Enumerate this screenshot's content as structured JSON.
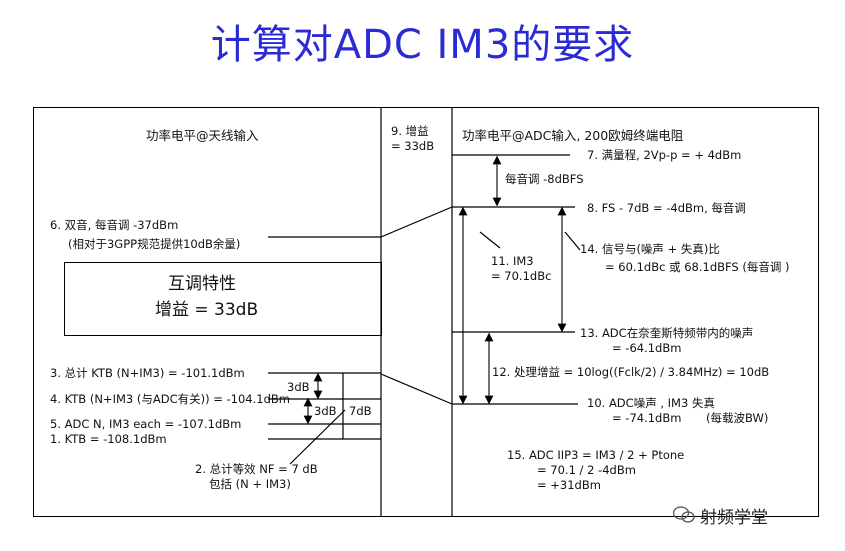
{
  "title": "计算对ADC IM3的要求",
  "left_header": "功率电平@天线输入",
  "right_header": "功率电平@ADC输入, 200欧姆终端电阻",
  "gain_col": {
    "l1": "9. 增益",
    "l2": "= 33dB"
  },
  "box": {
    "l1": "互调特性",
    "l2": "增益   = 33dB"
  },
  "left": {
    "i6a": "6.       双音, 每音调  -37dBm",
    "i6b": "(相对于3GPP规范提供10dB余量)",
    "i3": "3. 总计 KTB  (N+IM3)  = -101.1dBm",
    "i4": "4. KTB (N+IM3 (与ADC有关)) = -104.1dBm",
    "i5": "5. ADC N, IM3 each = -107.1dBm",
    "i1": "1. KTB = -108.1dBm",
    "d3a": "3dB",
    "d3b": "3dB",
    "d7": "7dB",
    "i2a": "2. 总计等效 NF = 7 dB",
    "i2b": "包括  (N + IM3)"
  },
  "right": {
    "i7": "7. 满量程,        2Vp-p = + 4dBm",
    "per_tone": "每音调     -8dBFS",
    "i8": "8. FS - 7dB = -4dBm, 每音调",
    "i11a": "11. IM3",
    "i11b": "= 70.1dBc",
    "i14a": "14.       信号与(噪声 + 失真)比",
    "i14b": "= 60.1dBc 或 68.1dBFS (每音调    )",
    "i13a": "13. ADC在奈奎斯特频带内的噪声",
    "i13b": "= -64.1dBm",
    "i12": "12.       处理增益  = 10log((Fclk/2) / 3.84MHz) = 10dB",
    "i10a": "10. ADC噪声    , IM3 失真",
    "i10b": "= -74.1dBm",
    "i10c": "(每载波BW)",
    "i15a": "15.  ADC IIP3 = IM3 / 2 + Ptone",
    "i15b": "= 70.1 / 2 -4dBm",
    "i15c": "= +31dBm"
  },
  "watermark": "射频学堂",
  "colors": {
    "title": "#2b2bd6",
    "ink": "#111111"
  }
}
